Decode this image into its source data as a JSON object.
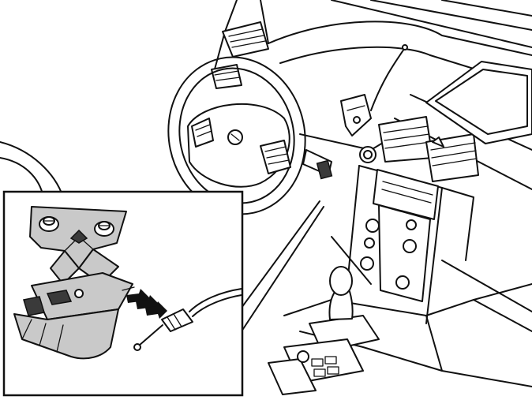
{
  "figure": {
    "kind": "technical-line-drawing",
    "subject": "car-interior-hood-release",
    "text_labels": []
  },
  "colors": {
    "line": "#111111",
    "background": "#ffffff",
    "part_fill": "#c9c9c9",
    "dark_fill": "#3a3a3a"
  },
  "callout": {
    "arrow_direction": "right",
    "arrow_count": 3
  }
}
